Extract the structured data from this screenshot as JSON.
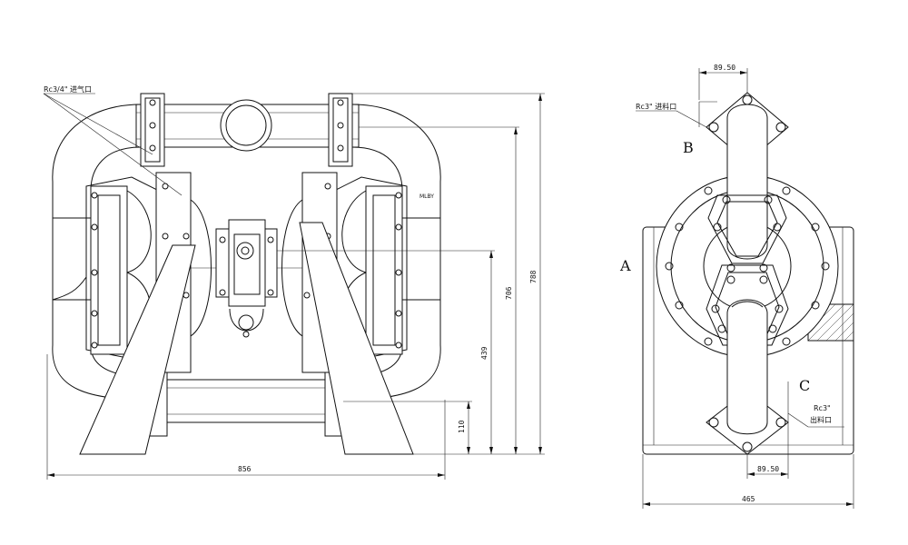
{
  "front_view": {
    "inlet_air_label": "Rc3/4\" 进气口",
    "dims": {
      "width": "856",
      "height_total": "788",
      "height_706": "706",
      "height_439": "439",
      "height_110": "110"
    },
    "side_mark": "MLBY"
  },
  "side_view": {
    "label_A": "A",
    "label_B": "B",
    "label_C": "C",
    "inlet_label": "Rc3\" 进料口",
    "outlet_label_line1": "Rc3\"",
    "outlet_label_line2": "出料口",
    "dims": {
      "top_flange": "89.50",
      "bottom_flange": "89.50",
      "width": "465"
    }
  }
}
